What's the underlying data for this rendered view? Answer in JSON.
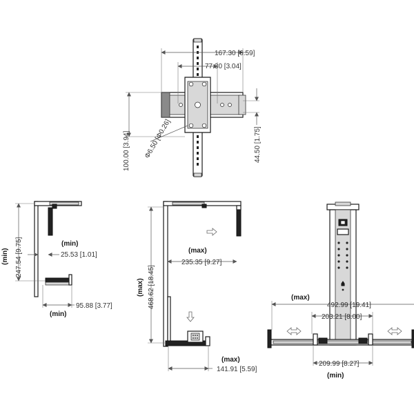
{
  "top_view": {
    "dims": {
      "width_outer": "167.30 [6.59]",
      "width_inner": "77.30 [3.04]",
      "height": "100.00 [3.94]",
      "hole": "Φ6.50 [Φ0.26]",
      "depth": "44.50 [1.75]"
    }
  },
  "side_view_min": {
    "labels": {
      "min_a": "(min)",
      "min_b": "(min)",
      "min_c": "(min)"
    },
    "dims": {
      "height": "247.54 [9.75]",
      "offset": "25.53 [1.01]",
      "depth": "95.88 [3.77]"
    }
  },
  "side_view_max": {
    "labels": {
      "max_a": "(max)",
      "max_b": "(max)",
      "max_c": "(max)"
    },
    "dims": {
      "height": "468.62 [18.45]",
      "reach": "235.35 [9.27]",
      "depth": "141.91 [5.59]"
    }
  },
  "front_view": {
    "labels": {
      "max": "(max)",
      "min": "(min)"
    },
    "dims": {
      "width_max": "492.99 [19.41]",
      "width_mid": "203.21 [8.00]",
      "width_min": "209.99 [8.27]"
    }
  }
}
